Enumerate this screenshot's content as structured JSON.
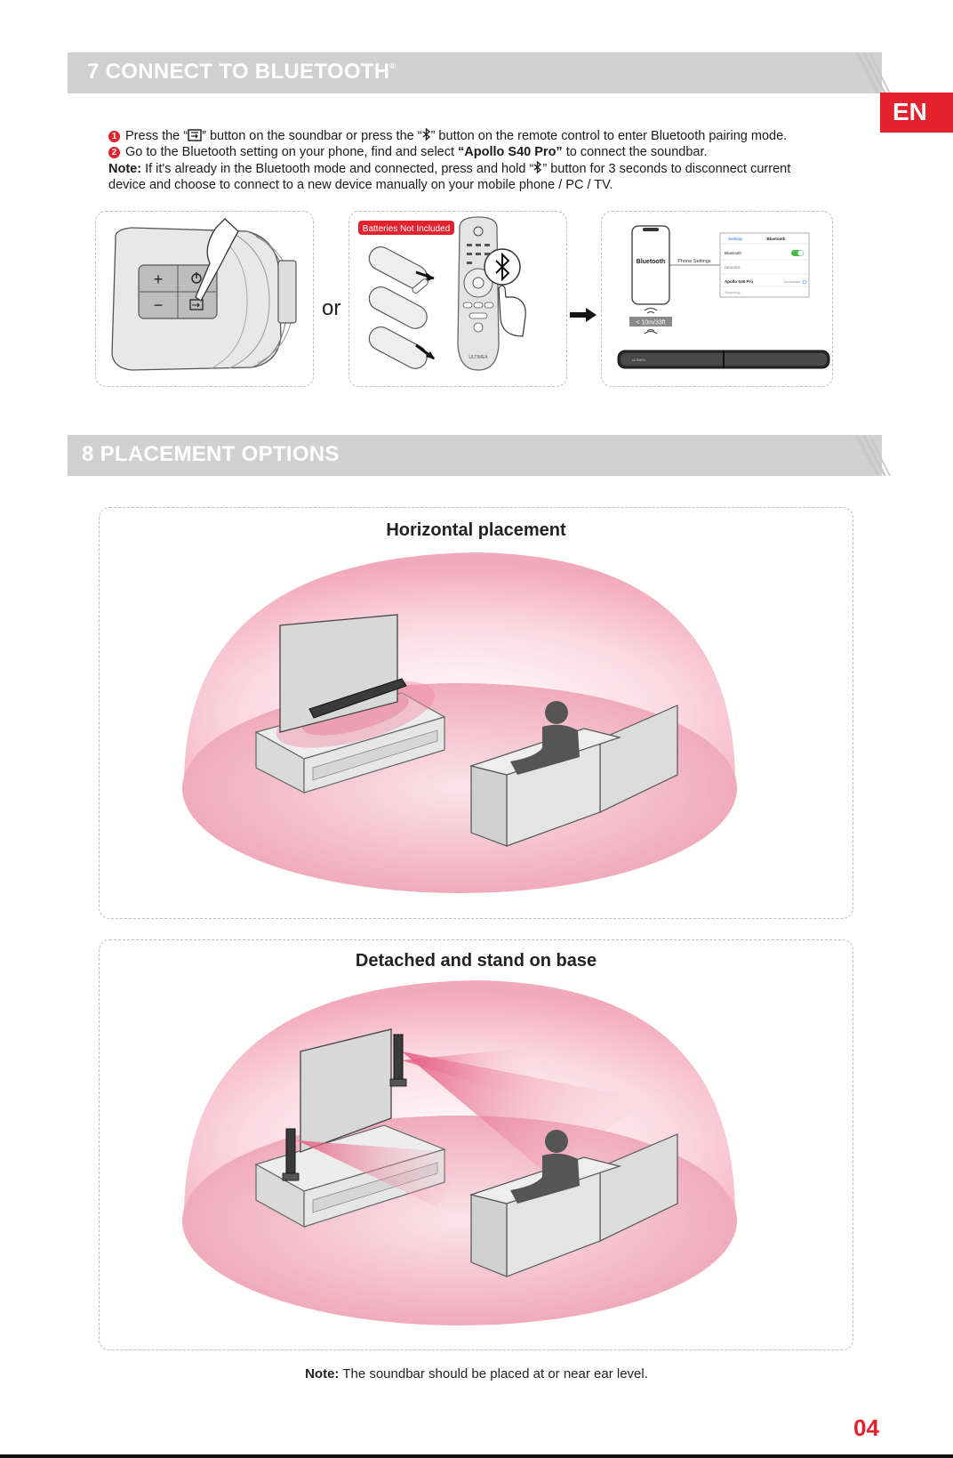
{
  "sections": {
    "bluetooth_title": "7 CONNECT TO BLUETOOTH",
    "bluetooth_title_mark": "®",
    "placement_title": "8 PLACEMENT OPTIONS"
  },
  "language_tab": "EN",
  "steps": {
    "step1_num": "1",
    "step1_a": "Press the “",
    "step1_b": "” button on the soundbar or press the “",
    "step1_c": "” button on the remote control to enter Bluetooth pairing mode.",
    "step2_num": "2",
    "step2_a": "Go to the Bluetooth setting on your phone, find and select ",
    "step2_device": "“Apollo S40 Pro”",
    "step2_b": " to connect the soundbar.",
    "note_label": "Note:",
    "note_a": " If it's already in the Bluetooth mode and connected, press and hold “",
    "note_b": "” button for 3 seconds to disconnect current",
    "note_c": "device and choose to connect to a new device manually on your mobile phone / PC / TV."
  },
  "illustrations": {
    "or_label": "or",
    "batteries_badge": "Batteries Not Included",
    "remote_brand": "ULTIMEA",
    "phone_bluetooth": "Bluetooth",
    "phone_settings_label": "Phone Settings",
    "settings_back": "Settings",
    "settings_header": "Bluetooth",
    "settings_row1": "Bluetooth",
    "settings_row2": "DEVICES",
    "settings_row3": "Apollo S40 Pro",
    "settings_row3_status": "Connected",
    "settings_row4": "Searching...",
    "distance_label": "< 10m/33ft",
    "soundbar_brand": "ULTIMEA"
  },
  "placement": {
    "horizontal_title": "Horizontal placement",
    "detached_title": "Detached and stand on base"
  },
  "bottom_note": {
    "label": "Note:",
    "text": " The soundbar should be placed at or near ear level."
  },
  "page_number": "04",
  "colors": {
    "accent": "#e4222e",
    "section_bar": "#d0d0d0",
    "sound_dome": "#f4a6bb"
  }
}
